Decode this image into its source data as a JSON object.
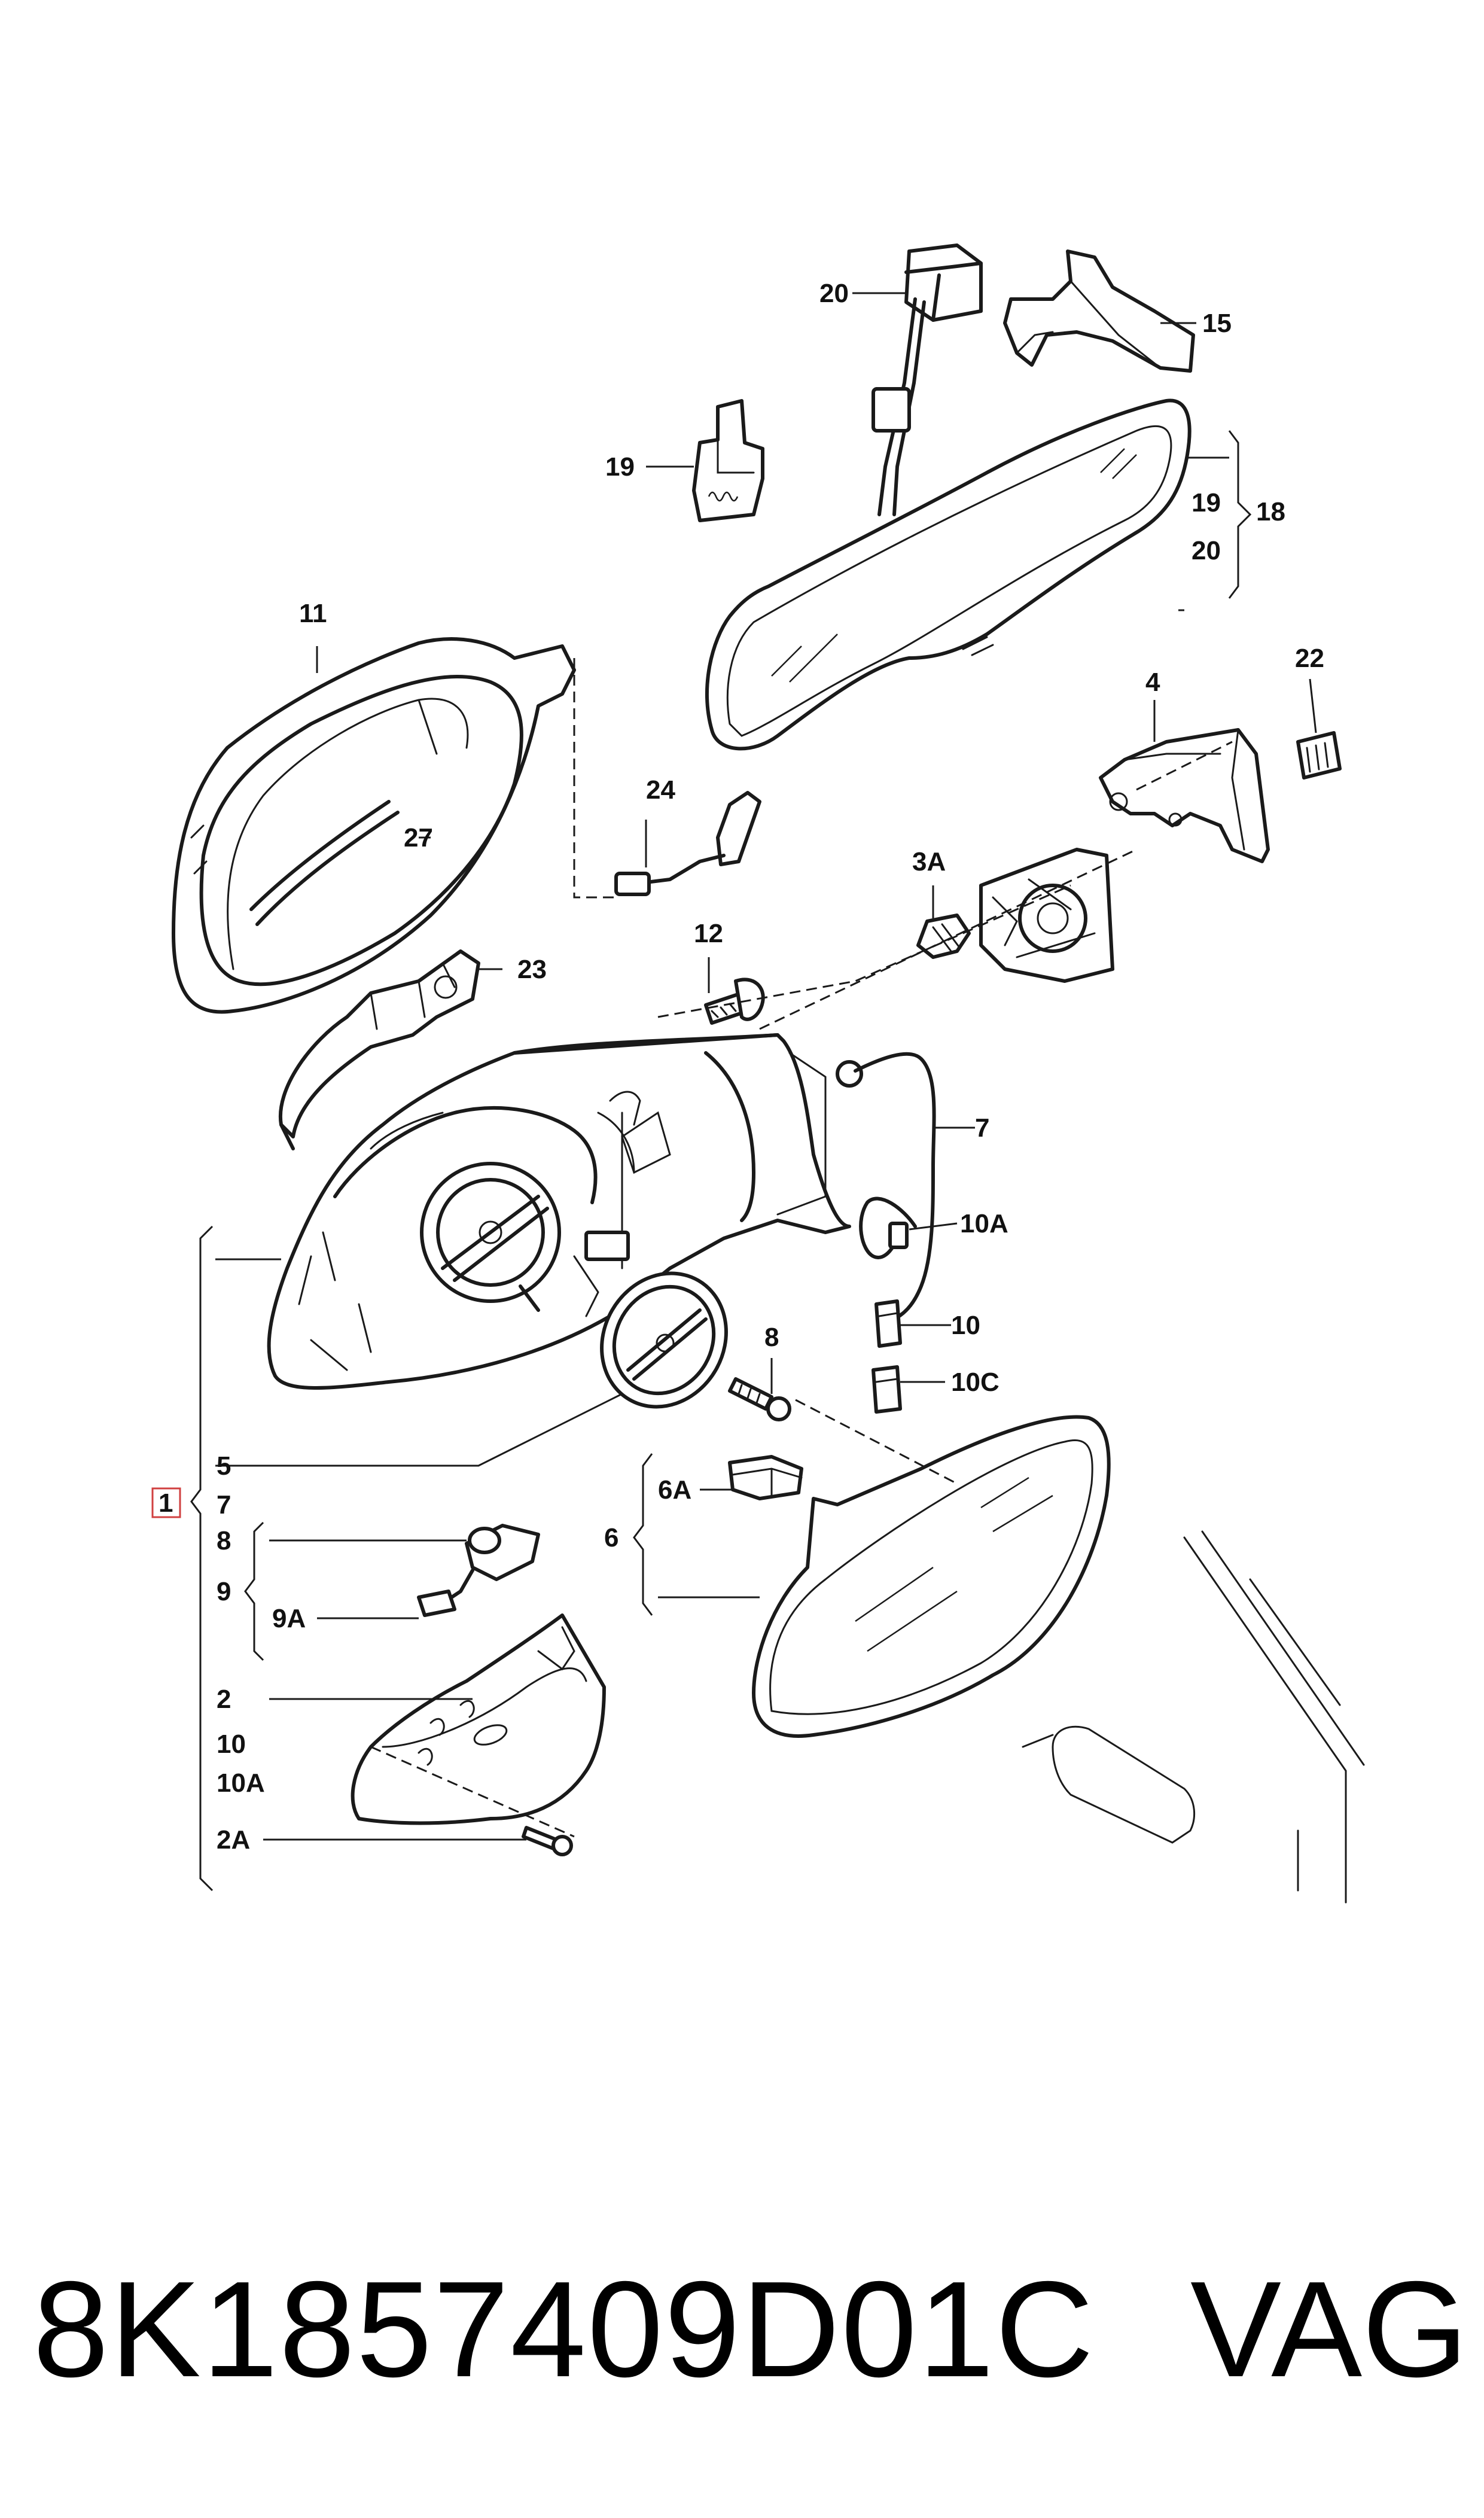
{
  "callouts": {
    "c1": "1",
    "c2": "2",
    "c2A": "2A",
    "c3A": "3A",
    "c4": "4",
    "c5": "5",
    "c6": "6",
    "c6A": "6A",
    "c7": "7",
    "c7b": "7",
    "c8": "8",
    "c8b": "8",
    "c9": "9",
    "c9A": "9A",
    "c10": "10",
    "c10b": "10",
    "c10A": "10A",
    "c10Ab": "10A",
    "c10C": "10C",
    "c11": "11",
    "c12": "12",
    "c15": "15",
    "c18": "18",
    "c19": "19",
    "c19b": "19",
    "c20": "20",
    "c20b": "20",
    "c22": "22",
    "c23": "23",
    "c24": "24",
    "c27": "27"
  },
  "footer": {
    "part_number": "8K1857409D01C",
    "brand": "VAG"
  },
  "colors": {
    "line": "#1a1a1a",
    "highlight_box": "#d04040",
    "background": "#ffffff"
  }
}
